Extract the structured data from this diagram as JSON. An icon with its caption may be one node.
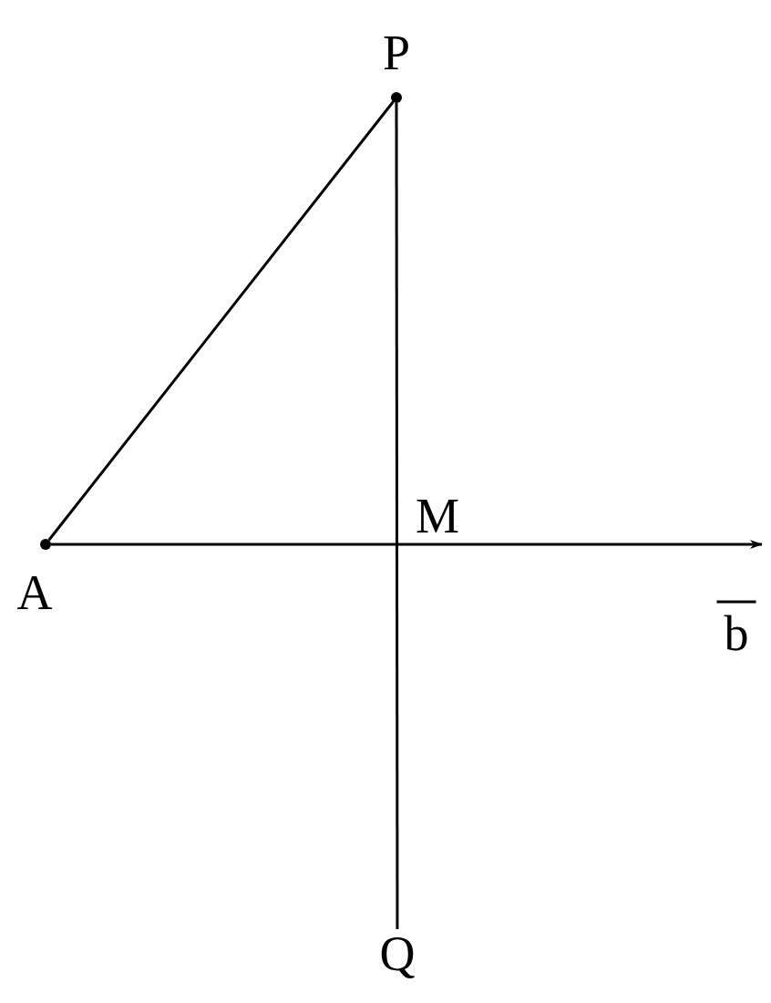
{
  "diagram": {
    "nodes": [
      {
        "text": [],
        "shape": "circle",
        "beside": [
          "P"
        ]
      },
      {
        "text": [],
        "shape": "circle",
        "beside": [
          "A"
        ]
      },
      {
        "text": [
          "Q"
        ]
      }
    ],
    "edges": [
      {
        "from": 0,
        "to": 1,
        "arrow": "none"
      },
      {
        "from": 0,
        "to": 2,
        "arrow": "none"
      },
      {
        "from": 1,
        "to": null,
        "arrow": "to"
      }
    ],
    "labels": [
      "M",
      "b"
    ]
  }
}
